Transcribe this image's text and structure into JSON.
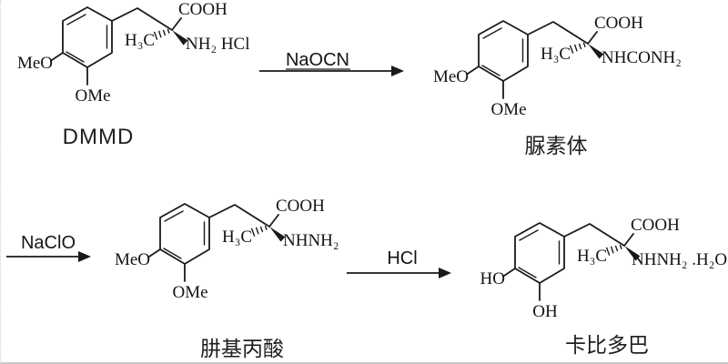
{
  "scheme": {
    "title_note": "",
    "structures": [
      {
        "id": "dmmd",
        "left_group": "MeO",
        "bottom_group": "OMe",
        "methyl": "H₃C",
        "acid": "COOH",
        "amine": "NH₂ HCl",
        "label": "DMMD"
      },
      {
        "id": "urea-intermediate",
        "left_group": "MeO",
        "bottom_group": "OMe",
        "methyl": "H₃C",
        "acid": "COOH",
        "amine": "NHCONH₂",
        "label": "脲素体"
      },
      {
        "id": "hydrazino-acid",
        "left_group": "MeO",
        "bottom_group": "OMe",
        "methyl": "H₃C",
        "acid": "COOH",
        "amine": "NHNH₂",
        "label": "肼基丙酸"
      },
      {
        "id": "carbidopa",
        "left_group": "HO",
        "bottom_group": "OH",
        "methyl": "H₃C",
        "acid": "COOH",
        "amine": "NHNH₂ .H₂O",
        "label": "卡比多巴"
      }
    ],
    "arrows": [
      {
        "reagent": "NaOCN"
      },
      {
        "reagent": "NaClO"
      },
      {
        "reagent": "HCl"
      }
    ],
    "colors": {
      "ink": "#1a1a1a",
      "background": "#ffffff"
    }
  }
}
